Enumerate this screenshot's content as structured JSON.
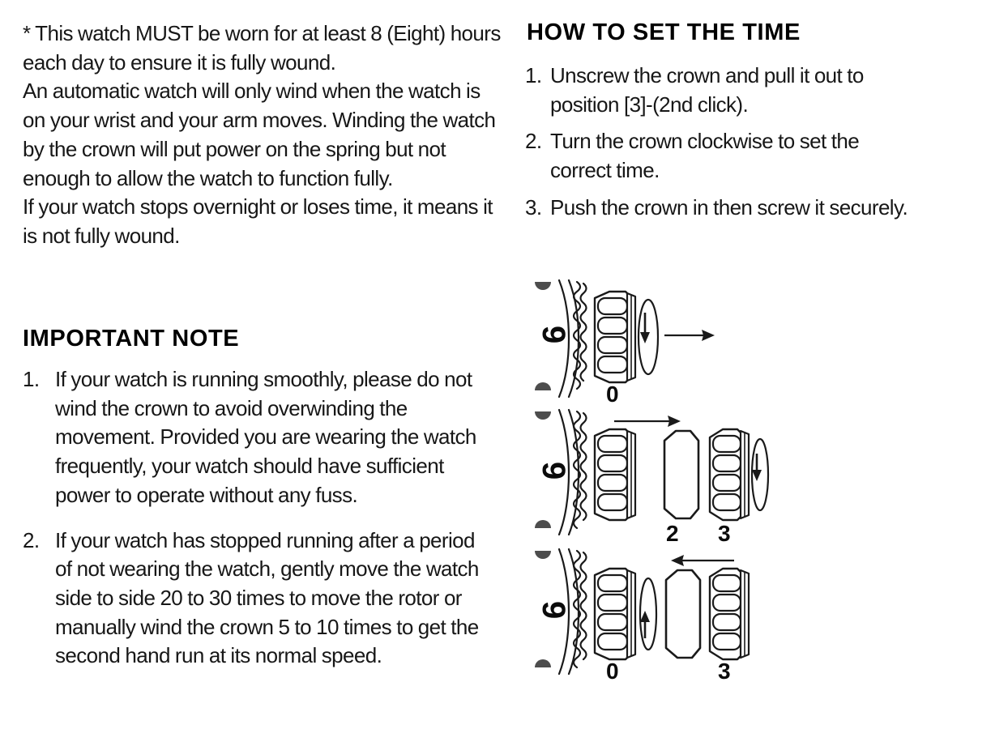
{
  "document": {
    "left_column": {
      "intro_paragraphs": [
        "* This watch MUST be worn for at least 8 (Eight) hours each day to ensure it is fully wound.",
        "An automatic watch will only wind when the watch is on your wrist and your arm moves. Winding the watch by the crown will put power on the spring but not enough to allow the watch to function fully.",
        "If your watch stops overnight or loses time, it means it is not fully wound."
      ],
      "section_heading": "IMPORTANT NOTE",
      "items": [
        {
          "number": "1.",
          "text": "If your watch is running smoothly, please do not wind the crown to avoid overwinding the movement. Provided you are wearing the watch frequently, your watch should have sufficient power to operate without any fuss."
        },
        {
          "number": "2.",
          "text": "If your watch has stopped running after a period of not wearing the watch, gently move the watch side to side 20 to 30 times to move the rotor or manually wind the crown 5 to 10 times to get the second hand run at its normal speed."
        }
      ]
    },
    "right_column": {
      "section_heading": "HOW TO SET THE TIME",
      "items": [
        {
          "number": "1.",
          "text": "Unscrew the crown and pull it out to position [3]-(2nd click)."
        },
        {
          "number": "2.",
          "text": "Turn the crown clockwise to set the correct time."
        },
        {
          "number": "3.",
          "text": "Push the crown in then screw it securely."
        }
      ],
      "diagrams": [
        {
          "id": "step-1-unscrew",
          "hour_marker": "9",
          "crown_label": "0",
          "rotation_direction": "down",
          "translation_arrow": "right",
          "detached_positions": []
        },
        {
          "id": "step-2-pull-out",
          "hour_marker": "9",
          "crown_label": "",
          "rotation_direction": "down",
          "translation_arrow": "right",
          "detached_positions": [
            {
              "label": "2",
              "type": "outline"
            },
            {
              "label": "3",
              "type": "crown"
            }
          ]
        },
        {
          "id": "step-3-push-in",
          "hour_marker": "9",
          "crown_label": "0",
          "rotation_direction": "up",
          "translation_arrow": "left",
          "detached_positions": [
            {
              "label": "",
              "type": "outline"
            },
            {
              "label": "3",
              "type": "crown"
            }
          ]
        }
      ]
    }
  },
  "colors": {
    "background": "#ffffff",
    "text": "#171717",
    "heading": "#000000",
    "line_art": "#1a1a1a",
    "marker_dot": "#4d4d4d"
  }
}
